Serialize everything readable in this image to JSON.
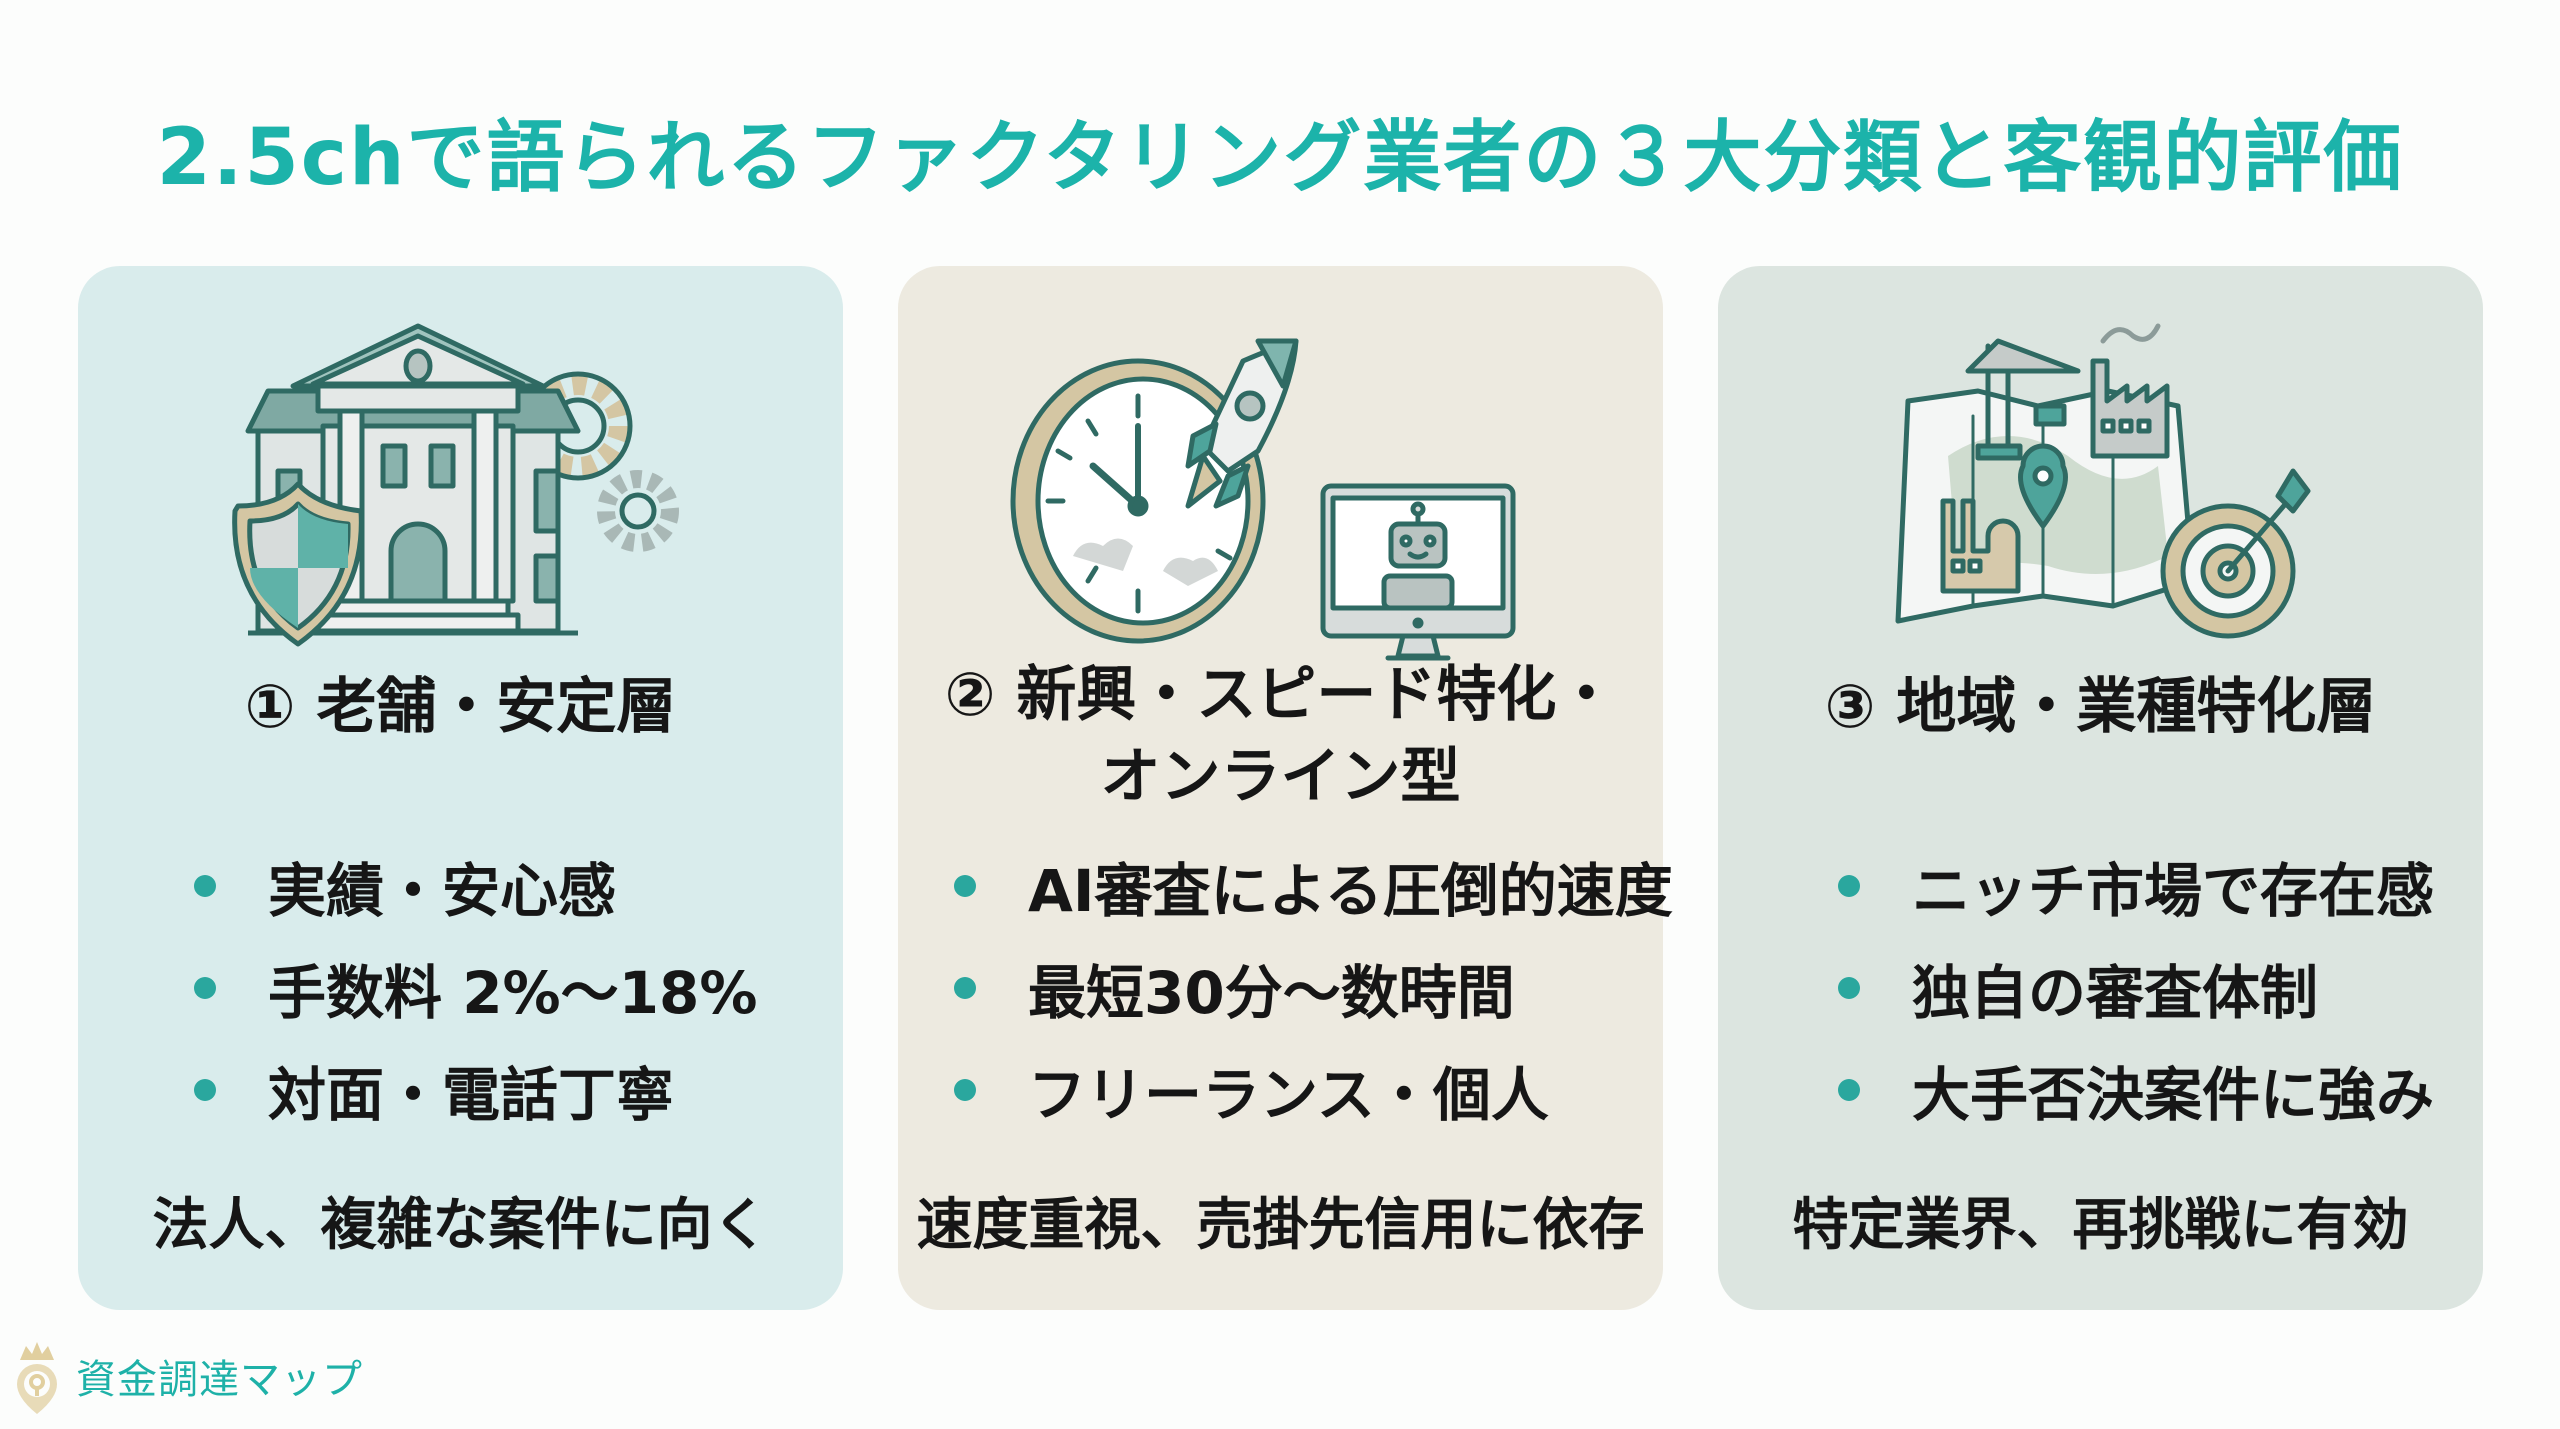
{
  "title": "2.5chで語られるファクタリング業者の３大分類と客観的評価",
  "colors": {
    "accent": "#1cb3aa",
    "bullet": "#2aa79e",
    "card1_bg": "#d9ecec",
    "card2_bg": "#edeae0",
    "card3_bg": "#dce5e0",
    "icon_stroke": "#2f6a63",
    "icon_beige": "#d4c6a3"
  },
  "cards": [
    {
      "icon": "bank-building-shield-gears-icon",
      "heading": "① 老舗・安定層",
      "bullets": [
        "実績・安心感",
        "手数料 2%〜18%",
        "対面・電話丁寧"
      ],
      "footer": "法人、複雑な案件に向く"
    },
    {
      "icon": "clock-rocket-robot-monitor-icon",
      "heading_line1": "② 新興・スピード特化・",
      "heading_line2": "オンライン型",
      "bullets": [
        "AI審査による圧倒的速度",
        "最短30分〜数時間",
        "フリーランス・個人"
      ],
      "footer": "速度重視、売掛先信用に依存"
    },
    {
      "icon": "map-factory-target-icon",
      "heading": "③ 地域・業種特化層",
      "bullets": [
        "ニッチ市場で存在感",
        "独自の審査体制",
        "大手否決案件に強み"
      ],
      "footer": "特定業界、再挑戦に有効"
    }
  ],
  "logo": {
    "icon": "crown-pin-logo-icon",
    "text": "資金調達マップ"
  }
}
